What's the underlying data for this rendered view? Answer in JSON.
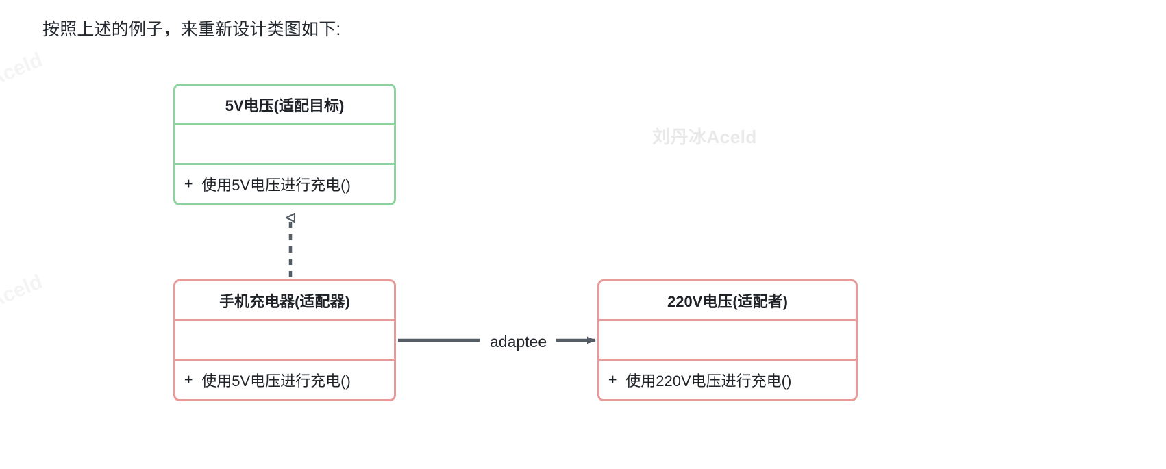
{
  "page": {
    "heading": "按照上述的例子，来重新设计类图如下:",
    "background_color": "#ffffff",
    "text_color": "#24292f"
  },
  "watermarks": {
    "center": "刘丹冰Aceld",
    "edge_left_top": "Aceld",
    "edge_left_bottom": "Aceld",
    "center_color": "#e9e9e9",
    "edge_color": "#f4f4f4"
  },
  "diagram": {
    "type": "uml-class-diagram",
    "classes": [
      {
        "id": "target",
        "name": "5V电压(适配目标)",
        "border_color": "#8fd19e",
        "attributes": [],
        "methods": [
          {
            "visibility": "+",
            "signature": "使用5V电压进行充电()"
          }
        ]
      },
      {
        "id": "adapter",
        "name": "手机充电器(适配器)",
        "border_color": "#e79a9a",
        "attributes": [],
        "methods": [
          {
            "visibility": "+",
            "signature": "使用5V电压进行充电()"
          }
        ]
      },
      {
        "id": "adaptee",
        "name": "220V电压(适配者)",
        "border_color": "#e79a9a",
        "attributes": [],
        "methods": [
          {
            "visibility": "+",
            "signature": "使用220V电压进行充电()"
          }
        ]
      }
    ],
    "relations": [
      {
        "id": "realization",
        "from": "adapter",
        "to": "target",
        "kind": "realization",
        "line": "dashed",
        "arrowhead": "hollow-triangle",
        "label": "",
        "color": "#555d66"
      },
      {
        "id": "association",
        "from": "adapter",
        "to": "adaptee",
        "kind": "association",
        "line": "solid",
        "arrowhead": "solid-arrow",
        "label": "adaptee",
        "color": "#555d66"
      }
    ]
  }
}
